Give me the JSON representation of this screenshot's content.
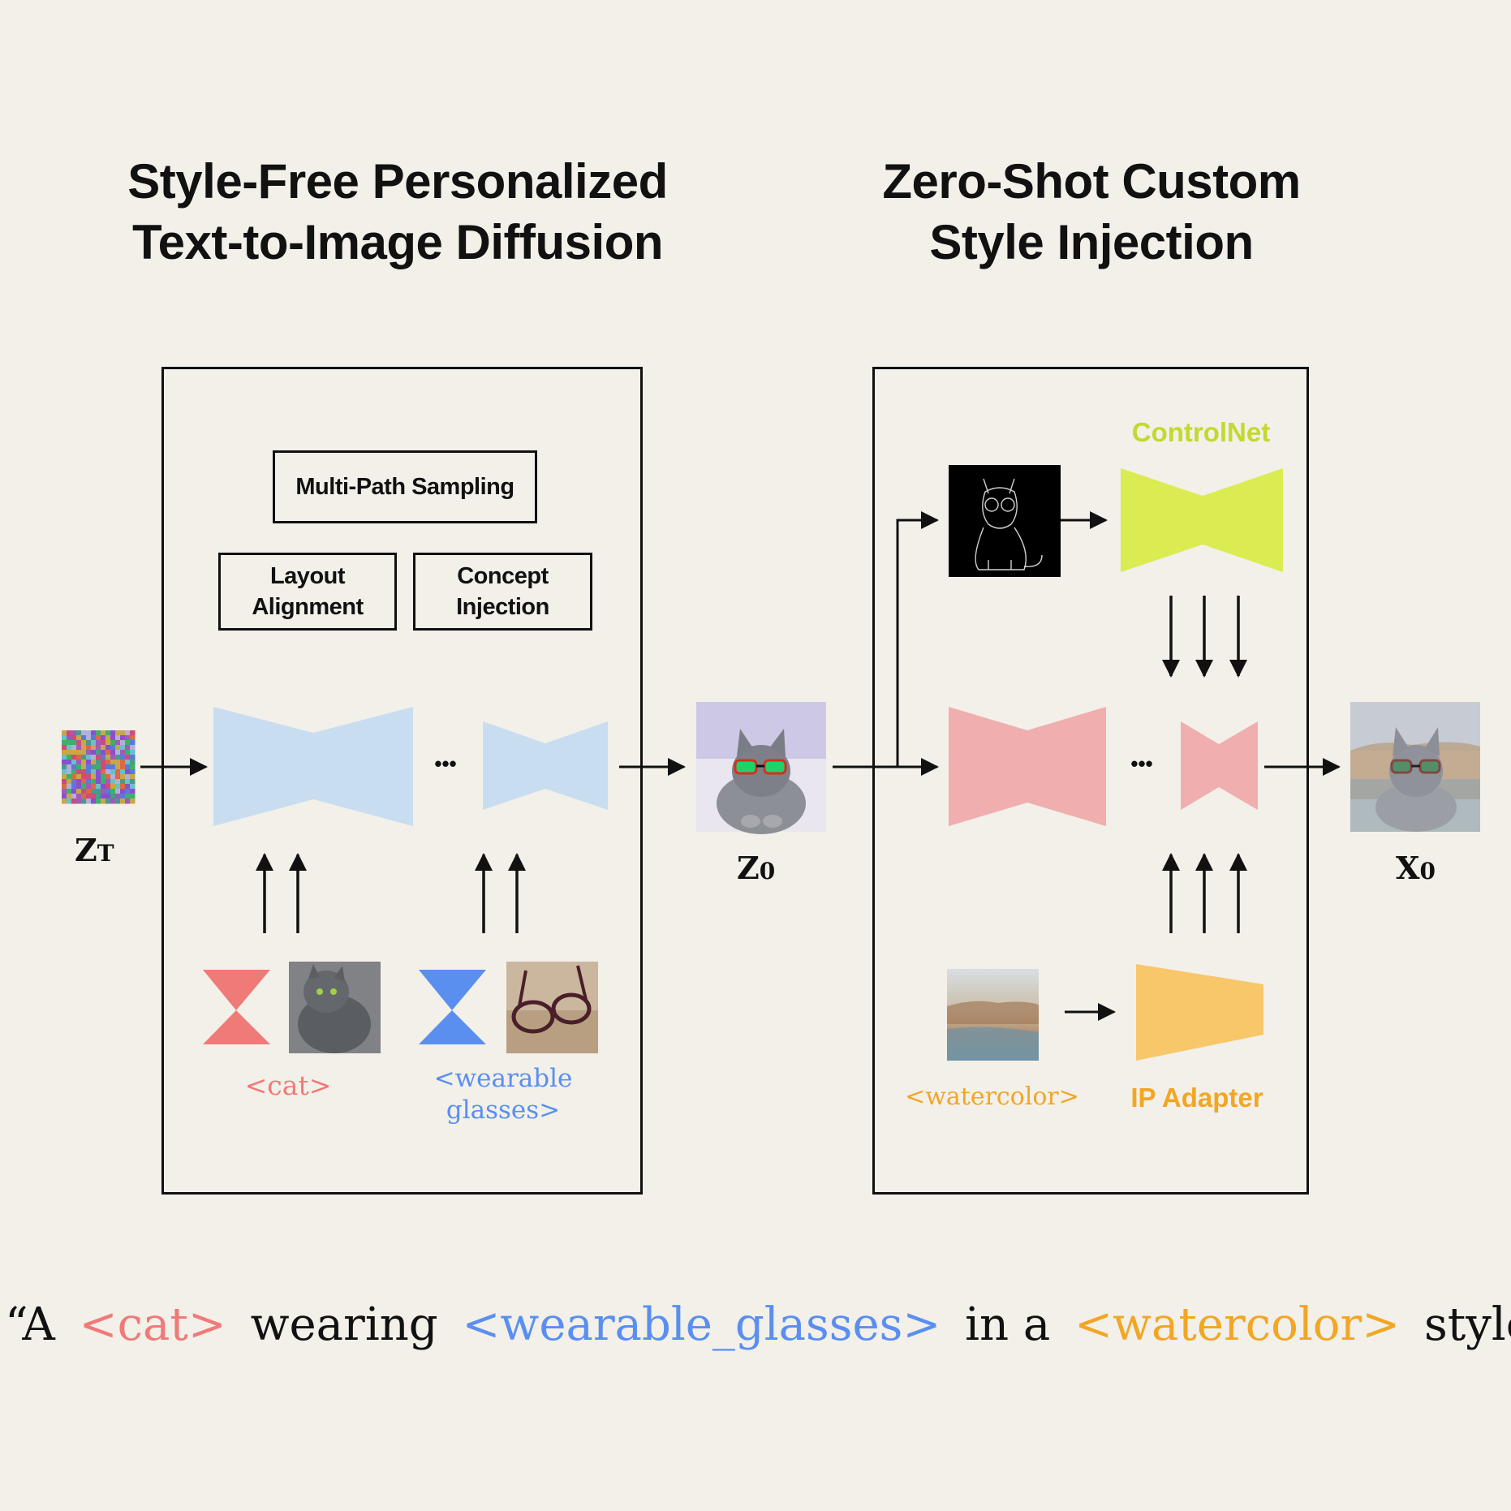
{
  "titles": {
    "left": "Style-Free Personalized\nText-to-Image Diffusion",
    "right": "Zero-Shot Custom\nStyle Injection"
  },
  "left_panel": {
    "multi_path": "Multi-Path Sampling",
    "layout_alignment": "Layout\nAlignment",
    "concept_injection": "Concept\nInjection",
    "ellipsis": "•••",
    "concept_cat": "<cat>",
    "concept_glasses": "<wearable\nglasses>"
  },
  "right_panel": {
    "controlnet": "ControlNet",
    "ellipsis": "•••",
    "style_token": "<watercolor>",
    "ip_adapter": "IP Adapter"
  },
  "variables": {
    "z_T": {
      "base": "Z",
      "sub": "T"
    },
    "z_0": {
      "base": "Z",
      "sub": "0"
    },
    "x_0": {
      "base": "X",
      "sub": "0"
    }
  },
  "caption": {
    "open_quote_a": "“A",
    "cat": "<cat>",
    "wearing": "wearing",
    "glasses": "<wearable_glasses>",
    "in_a": "in a",
    "watercolor": "<watercolor>",
    "style_end": "style.”"
  },
  "colors": {
    "background": "#f2f0e9",
    "unet_blue": "#c9ddf0",
    "unet_pink": "#f0aeae",
    "controlnet": "#dbec52",
    "ip_adapter": "#f8c76a",
    "cat_token": "#f07a78",
    "glasses_token": "#5a8ff0",
    "watercolor_token": "#f2a624"
  }
}
